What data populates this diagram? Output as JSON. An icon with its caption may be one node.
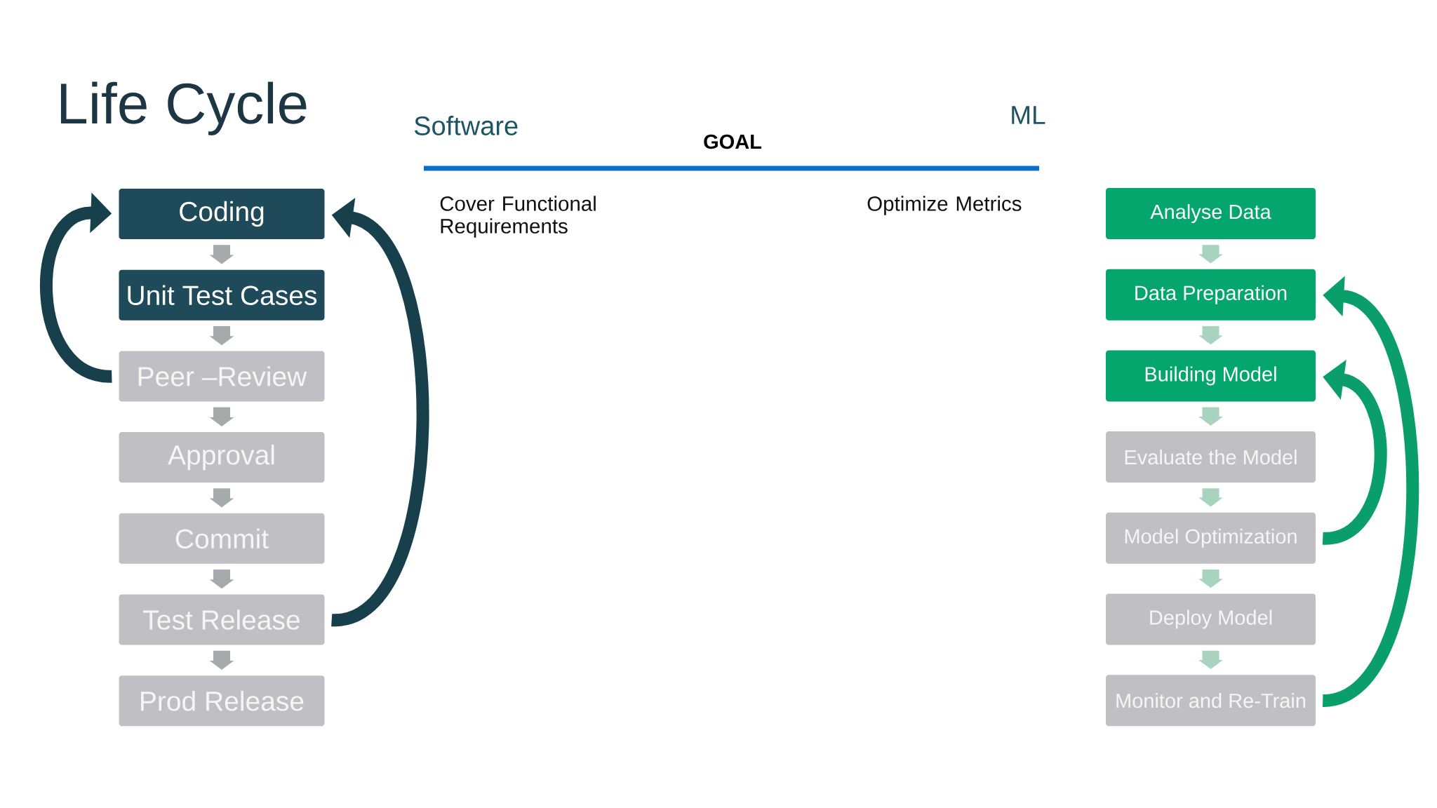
{
  "diagram": {
    "title": "Life Cycle",
    "nodes": [
      {
        "text": [
          "Coding"
        ]
      },
      {
        "text": [
          "Unit Test Cases"
        ]
      },
      {
        "text": [
          "Peer –Review"
        ]
      },
      {
        "text": [
          "Approval"
        ]
      },
      {
        "text": [
          "Commit"
        ]
      },
      {
        "text": [
          "Test Release"
        ]
      },
      {
        "text": [
          "Prod Release"
        ]
      },
      {
        "text": [
          "Analyse Data"
        ]
      },
      {
        "text": [
          "Data Preparation"
        ]
      },
      {
        "text": [
          "Building Model"
        ]
      },
      {
        "text": [
          "Evaluate the Model"
        ]
      },
      {
        "text": [
          "Model Optimization"
        ]
      },
      {
        "text": [
          "Deploy Model"
        ]
      },
      {
        "text": [
          "Monitor and Re-Train"
        ]
      }
    ],
    "edges": [
      {
        "from": 0,
        "to": 1,
        "arrow": "to",
        "color": "#a5aaab"
      },
      {
        "from": 1,
        "to": 2,
        "arrow": "to",
        "color": "#a5aaab"
      },
      {
        "from": 2,
        "to": 3,
        "arrow": "to",
        "color": "#a5aaab"
      },
      {
        "from": 3,
        "to": 4,
        "arrow": "to",
        "color": "#a5aaab"
      },
      {
        "from": 4,
        "to": 5,
        "arrow": "to",
        "color": "#a5aaab"
      },
      {
        "from": 5,
        "to": 6,
        "arrow": "to",
        "color": "#a5aaab"
      },
      {
        "from": 2,
        "to": 0,
        "arrow": "to",
        "color": "#173f4c"
      },
      {
        "from": 5,
        "to": 0,
        "arrow": "to",
        "color": "#173f4c"
      },
      {
        "from": 7,
        "to": 8,
        "arrow": "to",
        "color": "#a8d4bf"
      },
      {
        "from": 8,
        "to": 9,
        "arrow": "to",
        "color": "#a8d4bf"
      },
      {
        "from": 9,
        "to": 10,
        "arrow": "to",
        "color": "#a8d4bf"
      },
      {
        "from": 10,
        "to": 11,
        "arrow": "to",
        "color": "#a8d4bf"
      },
      {
        "from": 11,
        "to": 12,
        "arrow": "to",
        "color": "#a8d4bf"
      },
      {
        "from": 12,
        "to": 13,
        "arrow": "to",
        "color": "#a8d4bf"
      },
      {
        "from": 11,
        "to": 9,
        "arrow": "to",
        "color": "#0a9e6a"
      },
      {
        "from": 13,
        "to": 8,
        "arrow": "to",
        "color": "#0a9e6a"
      }
    ],
    "labels": [
      "Software",
      "ML",
      "GOAL",
      "Cover Functional Requirements",
      "Optimize Metrics"
    ]
  }
}
